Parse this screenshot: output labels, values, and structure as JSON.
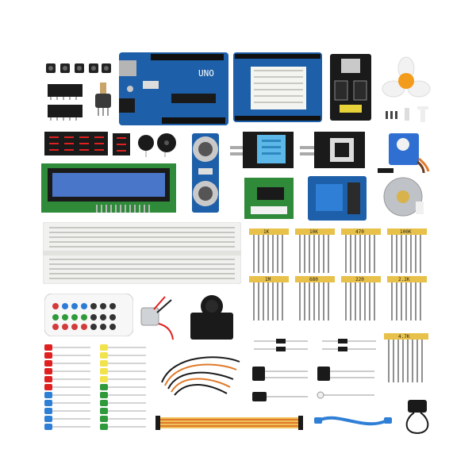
{
  "board": {
    "label": "UNO"
  },
  "resistor_values": [
    "1K",
    "10K",
    "470",
    "100K",
    "1M",
    "680",
    "220",
    "2.2K",
    "4.7K"
  ],
  "colors": {
    "board_blue": "#1d5fa8",
    "pcb_green": "#2f8a3a",
    "lcd_screen": "#4a76c9",
    "segment_red": "#e02020",
    "resistor_tape": "#e8c14a",
    "wire_orange": "#e07a2a",
    "usb_blue": "#2f7fd6"
  }
}
